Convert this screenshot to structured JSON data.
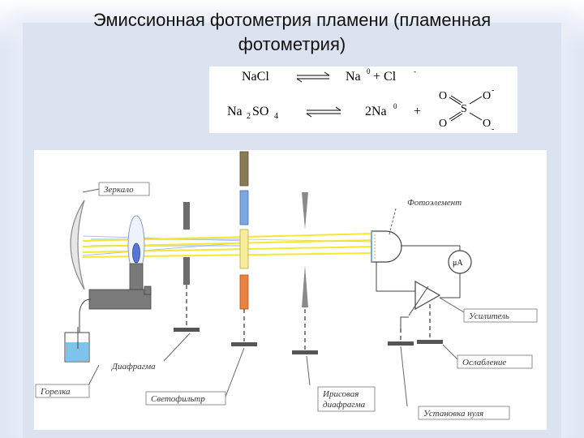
{
  "slide": {
    "title_line1": "Эмиссионная фотометрия пламени (пламенная",
    "title_line2": "фотометрия)"
  },
  "equations": {
    "eq1_left": "NaCl",
    "eq1_right_na": "Na",
    "eq1_right_na_sup": "0",
    "eq1_right_plus": "+ Cl",
    "eq1_right_cl_sup": "-",
    "eq2_left_na": "Na",
    "eq2_left_sub2": "2",
    "eq2_left_so": "SO",
    "eq2_left_sub4": "4",
    "eq2_right": "2Na",
    "eq2_right_sup": "0",
    "eq2_plus": "+",
    "sulfate_s": "S",
    "sulfate_o": "O",
    "sulfate_ominus": "O",
    "sulfate_minus": "-"
  },
  "diagram_labels": {
    "mirror": "Зеркало",
    "photoelement": "Фотоэлемент",
    "microammeter": "μA",
    "amplifier": "Усилитель",
    "attenuation": "Ослабление",
    "diaphragm": "Диафрагма",
    "burner": "Горелка",
    "light_filter": "Светофильтр",
    "iris_line1": "Ирисовая",
    "iris_line2": "диафрагма",
    "zero_setting": "Установка нуля"
  },
  "colors": {
    "beam_yellow": "#f4e830",
    "beam_light": "#c9d7f0",
    "filter_brown": "#8a7a56",
    "filter_blue": "#7aa7e0",
    "filter_yellow": "#f6ec9a",
    "filter_orange": "#e8833f",
    "water_blue": "#7ec3ea"
  }
}
